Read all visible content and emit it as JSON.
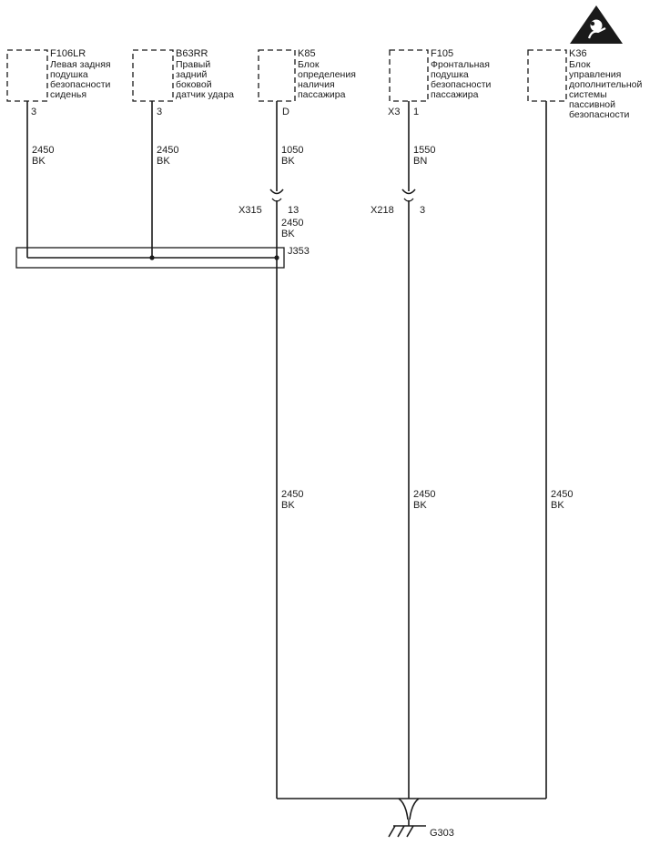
{
  "components": [
    {
      "code": "F106LR",
      "lines": [
        "Левая задняя",
        "подушка",
        "безопасности",
        "сиденья"
      ],
      "pin": "3"
    },
    {
      "code": "B63RR",
      "lines": [
        "Правый",
        "задний",
        "боковой",
        "датчик удара"
      ],
      "pin": "3"
    },
    {
      "code": "K85",
      "lines": [
        "Блок",
        "определения",
        "наличия",
        "пассажира"
      ],
      "pin": "D"
    },
    {
      "code": "F105",
      "lines": [
        "Фронтальная",
        "подушка",
        "безопасности",
        "пассажира"
      ],
      "connector": "X3",
      "pin": "1"
    },
    {
      "code": "K36",
      "lines": [
        "Блок",
        "управления",
        "дополнительной",
        "системы",
        "пассивной",
        "безопасности"
      ]
    }
  ],
  "wires": {
    "w1": {
      "size": "2450",
      "color": "BK"
    },
    "w2": {
      "size": "2450",
      "color": "BK"
    },
    "w3": {
      "size": "1050",
      "color": "BK"
    },
    "w4": {
      "size": "1550",
      "color": "BN"
    },
    "w5": {
      "size": "2450",
      "color": "BK"
    },
    "w6": {
      "size": "2450",
      "color": "BK"
    },
    "w7": {
      "size": "2450",
      "color": "BK"
    },
    "w8": {
      "size": "2450",
      "color": "BK"
    }
  },
  "connectors": {
    "x315": {
      "name": "X315",
      "pin": "13"
    },
    "x218": {
      "name": "X218",
      "pin": "3"
    }
  },
  "splice": "J353",
  "ground": "G303",
  "warning_icon": "airbag-warning-icon"
}
